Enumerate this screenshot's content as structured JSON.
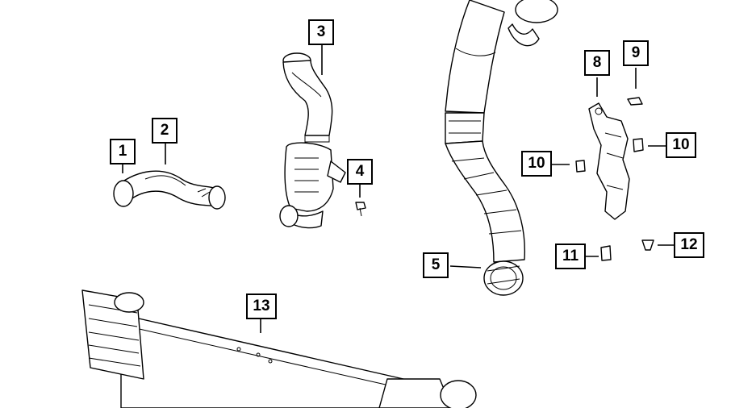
{
  "diagram": {
    "callouts": {
      "c1": "1",
      "c2": "2",
      "c3": "3",
      "c4": "4",
      "c5": "5",
      "c8": "8",
      "c9": "9",
      "c10a": "10",
      "c10b": "10",
      "c11": "11",
      "c12": "12",
      "c13": "13"
    }
  }
}
